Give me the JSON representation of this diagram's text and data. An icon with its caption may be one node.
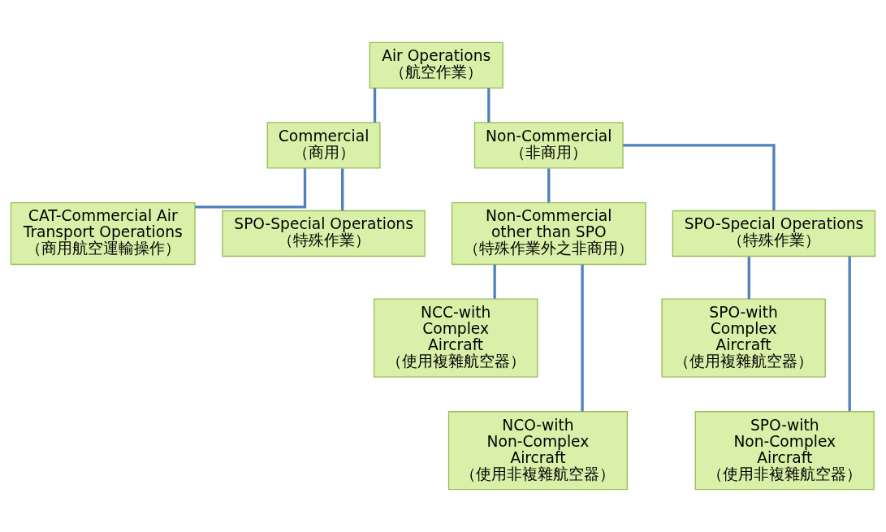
{
  "diagram": {
    "nodes": [
      {
        "text": [
          "Air Operations",
          "（航空作業）"
        ]
      },
      {
        "text": [
          "Commercial",
          "（商用）"
        ]
      },
      {
        "text": [
          "Non-Commercial",
          "（非商用）"
        ]
      },
      {
        "text": [
          "CAT-Commercial Air Transport Operations",
          "（商用航空運輸操作）"
        ]
      },
      {
        "text": [
          "SPO-Special Operations",
          "（特殊作業）"
        ]
      },
      {
        "text": [
          "Non-Commercial other than SPO",
          "（特殊作業外之非商用）"
        ]
      },
      {
        "text": [
          "SPO-Special Operations",
          "（特殊作業）"
        ]
      },
      {
        "text": [
          "NCC-with Complex Aircraft",
          "（使用複雜航空器）"
        ]
      },
      {
        "text": [
          "NCO-with Non-Complex Aircraft",
          "（使用非複雜航空器）"
        ]
      },
      {
        "text": [
          "SPO-with Complex Aircraft",
          "（使用複雜航空器）"
        ]
      },
      {
        "text": [
          "SPO-with Non-Complex Aircraft",
          "（使用非複雜航空器）"
        ]
      }
    ],
    "edges": [
      {
        "from": 0,
        "to": 1,
        "arrow": "none"
      },
      {
        "from": 0,
        "to": 2,
        "arrow": "none"
      },
      {
        "from": 1,
        "to": 3,
        "arrow": "none"
      },
      {
        "from": 1,
        "to": 4,
        "arrow": "none"
      },
      {
        "from": 2,
        "to": 5,
        "arrow": "none"
      },
      {
        "from": 2,
        "to": 6,
        "arrow": "none"
      },
      {
        "from": 5,
        "to": 7,
        "arrow": "none"
      },
      {
        "from": 5,
        "to": 8,
        "arrow": "none"
      },
      {
        "from": 6,
        "to": 9,
        "arrow": "none"
      },
      {
        "from": 6,
        "to": 10,
        "arrow": "none"
      }
    ]
  }
}
